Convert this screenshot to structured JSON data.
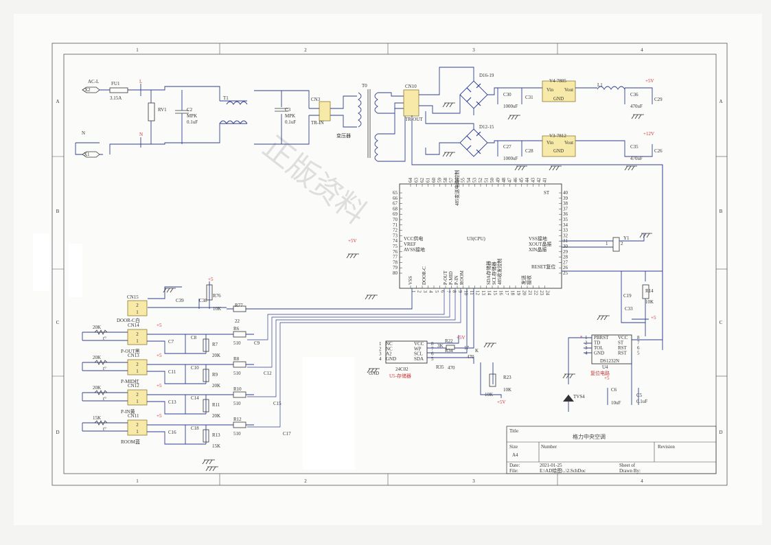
{
  "watermark": "正版资料",
  "grid": {
    "columns": [
      "1",
      "2",
      "3",
      "4"
    ],
    "rows": [
      "A",
      "B",
      "C",
      "D"
    ]
  },
  "power": {
    "ac_live": "AC-L",
    "ac_x2": "X2",
    "neutral": "N",
    "ac_x1": "X1",
    "fuse": "FU1",
    "fuse_value": "3.15A",
    "varistor": "RV1",
    "c2": "C2",
    "c2_type": "MPK",
    "c2_value": "0.1uF",
    "choke": "T1",
    "c3": "C3",
    "c3_type": "MPK",
    "c3_value": "0.1uF",
    "cn3": "CN3",
    "tr_in": "TR-IN",
    "transformer": "T0",
    "transformer_label": "变压器",
    "cn10": "CN10",
    "tr_out": "TR-OUT",
    "d_top": "D16-19",
    "d_bottom": "D12-15",
    "c30": "C30",
    "c31": "C31",
    "c30_value": "1000uF",
    "c27": "C27",
    "c28": "C28",
    "c27_value": "1000uF",
    "v4": "V4-7805",
    "v3": "V3-7812",
    "vin": "Vin",
    "vout": "Vout",
    "gnd": "GND",
    "l1": "L1",
    "c36": "C36",
    "c29": "C29",
    "c36_value": "470uF",
    "plus5v": "+5V",
    "c35": "C35",
    "c26": "C26",
    "c35_value": "470uF",
    "plus12v": "+12V",
    "l_mark": "L",
    "n_mark": "N"
  },
  "mcu": {
    "name": "U3(CPU)",
    "vcc": "VCC供电",
    "vref": "VREF",
    "avss": "AVSS接地",
    "top_function": "485变送电路控制",
    "st": "ST",
    "vss_r": "VSS接地",
    "xout": "XOUT晶振",
    "xin": "XIN晶振",
    "reset": "RESET复位",
    "vss_b": "VSS",
    "door_c": "DOOR-C",
    "p_out": "P-OUT",
    "p_mid": "P-MID",
    "p_in": "P-IN",
    "room": "ROOM",
    "sda": "SDA存储器",
    "scl": "SCL存储器",
    "ctrl485": "485收发控制",
    "tx": "发送",
    "rx": "接收",
    "plus5v_left": "+5V",
    "left_pins": [
      "65",
      "66",
      "67",
      "68",
      "69",
      "70",
      "71",
      "72",
      "73",
      "74",
      "75",
      "76",
      "77",
      "78",
      "79",
      "80"
    ],
    "right_pins": [
      "40",
      "39",
      "38",
      "37",
      "36",
      "35",
      "34",
      "33",
      "32",
      "31",
      "30",
      "29",
      "28",
      "27",
      "26",
      "25"
    ],
    "top_pins": [
      "64",
      "63",
      "62",
      "61",
      "60",
      "59",
      "58",
      "57",
      "56",
      "55",
      "54",
      "53",
      "52",
      "51",
      "50",
      "49",
      "48",
      "47",
      "46",
      "45",
      "44",
      "43",
      "42",
      "41"
    ],
    "bottom_pins": [
      "1",
      "2",
      "3",
      "4",
      "5",
      "6",
      "7",
      "8",
      "9",
      "10",
      "11",
      "12",
      "13",
      "14",
      "15",
      "16",
      "17",
      "18",
      "19",
      "20",
      "21",
      "22",
      "23",
      "24"
    ]
  },
  "crystal": {
    "name": "Y1",
    "pin1": "1",
    "pin2": "2"
  },
  "reset_chip": {
    "name": "DS1232N",
    "ref": "U4",
    "caption": "复位电路",
    "pins_left": [
      "PBRST",
      "TD",
      "TOL",
      "GND"
    ],
    "nums_left": [
      "1",
      "2",
      "3",
      "4"
    ],
    "pins_right": [
      "VCC",
      "ST",
      "RST",
      "RST"
    ],
    "nums_right": [
      "8",
      "7",
      "6",
      "5"
    ],
    "pbrst_marker": "*",
    "c19": "C19",
    "c33": "C33",
    "r14": "R14",
    "r14_value": "10K",
    "plus5": "+5",
    "c6": "C6",
    "c6_value": "10uF",
    "c5": "C5",
    "c5_value": "0.1uF",
    "tvs": "TVS4",
    "plus5b": "+5"
  },
  "eeprom": {
    "name": "24C02",
    "caption": "U5-存储器",
    "gnd": "GND",
    "pins_left": [
      "NC",
      "NC",
      "A2",
      "GND"
    ],
    "nums_left": [
      "1",
      "2",
      "3",
      "4"
    ],
    "pins_right": [
      "VCC",
      "WP",
      "SCL",
      "SDA"
    ],
    "nums_right": [
      "8",
      "7",
      "6",
      "5"
    ],
    "r22": "R22",
    "r22_value": "3K",
    "r34": "R34",
    "r35": "R35",
    "r35_value": "470",
    "r35_value_b": "470",
    "r23": "R23",
    "r23_value": "10K",
    "k": "K",
    "r_extra": "10K",
    "plus5v": "+5V",
    "plus5v_top": "+5V",
    "n17": "17"
  },
  "sensors": {
    "door": {
      "conn": "CN15",
      "label": "DOOR-C白",
      "c39": "C39",
      "c38": "C38",
      "r76": "R76",
      "r76_value": "10K",
      "r77": "R77",
      "r77_value": "22",
      "plus5": "+5"
    },
    "rows": [
      {
        "conn": "CN14",
        "label": "P-OUT黑",
        "therm": "20K",
        "t": "t°",
        "c_a": "C7",
        "c_b": "C8",
        "r_a": "R6",
        "r_a_value": "510",
        "r_b": "R7",
        "r_b_value": "20K",
        "c_c": "C9",
        "plus5": "+5"
      },
      {
        "conn": "CN13",
        "label": "P-MID红",
        "therm": "20K",
        "t": "t°",
        "c_a": "C11",
        "c_b": "C10",
        "r_a": "R8",
        "r_a_value": "510",
        "r_b": "R9",
        "r_b_value": "20K",
        "c_c": "C12",
        "plus5": "+5"
      },
      {
        "conn": "CN12",
        "label": "P-IN黄",
        "therm": "20K",
        "t": "t°",
        "c_a": "C13",
        "c_b": "C14",
        "r_a": "R10",
        "r_a_value": "510",
        "r_b": "R11",
        "r_b_value": "20K",
        "c_c": "C15",
        "plus5": "+5"
      },
      {
        "conn": "CN11",
        "label": "ROOM蓝",
        "therm": "15K",
        "t": "t°",
        "c_a": "C16",
        "c_b": "C18",
        "r_a": "R12",
        "r_a_value": "510",
        "r_b": "R13",
        "r_b_value": "15K",
        "c_c": "C17",
        "plus5": "+5"
      }
    ]
  },
  "title_block": {
    "title_label": "Title",
    "title": "格力中央空调",
    "size_label": "Size",
    "size": "A4",
    "number_label": "Number",
    "revision_label": "Revision",
    "date_label": "Date:",
    "date": "2021-01-25",
    "file_label": "File:",
    "file": "E:\\AD绘图\\..\\2.SchDoc",
    "sheet_label": "Sheet   of",
    "drawn_label": "Drawn By:"
  }
}
